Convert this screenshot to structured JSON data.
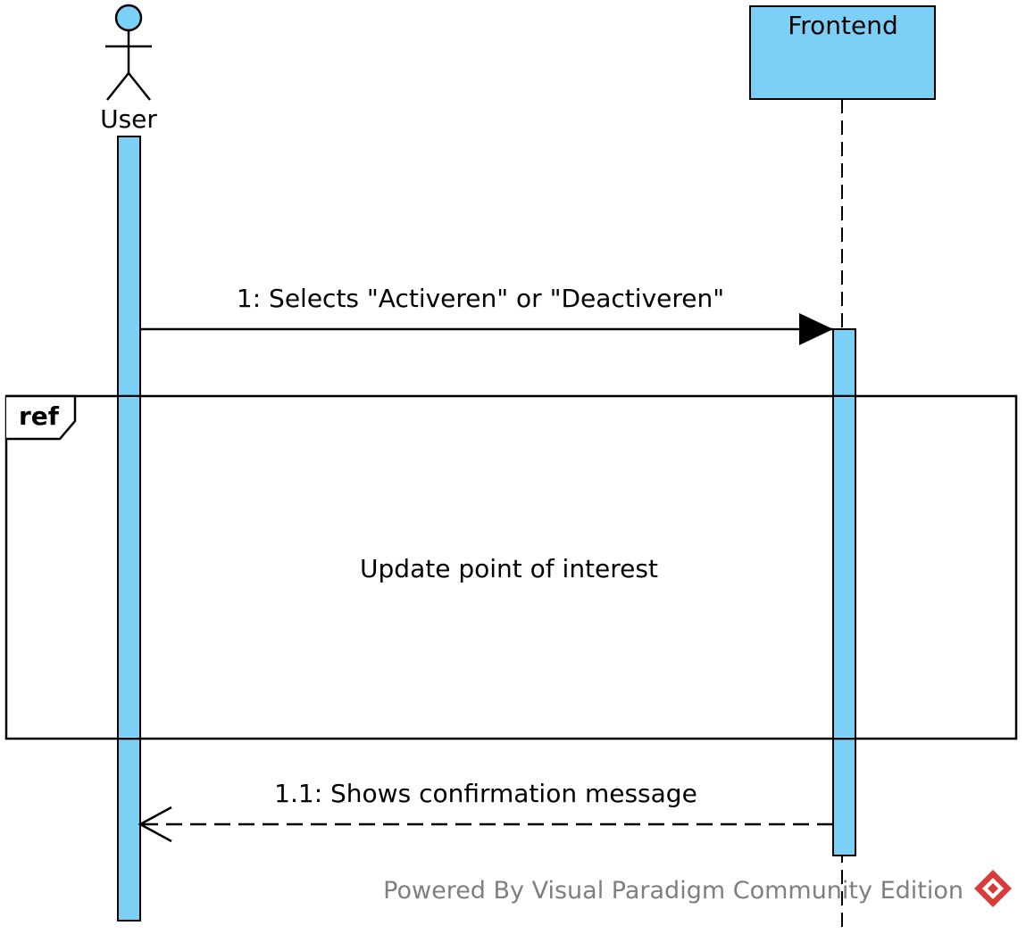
{
  "diagram": {
    "type": "sequence",
    "colors": {
      "fill": "#7ccff5",
      "stroke": "#000000",
      "watermark_text": "#7f7f7f",
      "logo": "#d93a3a"
    },
    "actor": {
      "name": "User"
    },
    "lifeline": {
      "name": "Frontend"
    },
    "messages": [
      {
        "label": "1: Selects \"Activeren\" or \"Deactiveren\"",
        "kind": "synchronous",
        "from": "User",
        "to": "Frontend"
      },
      {
        "label": "1.1: Shows confirmation message",
        "kind": "return",
        "from": "Frontend",
        "to": "User"
      }
    ],
    "interaction_use": {
      "tag": "ref",
      "label": "Update point of interest"
    },
    "watermark": {
      "text": "Powered By Visual Paradigm Community Edition",
      "icon": "visual-paradigm-logo-icon"
    }
  }
}
